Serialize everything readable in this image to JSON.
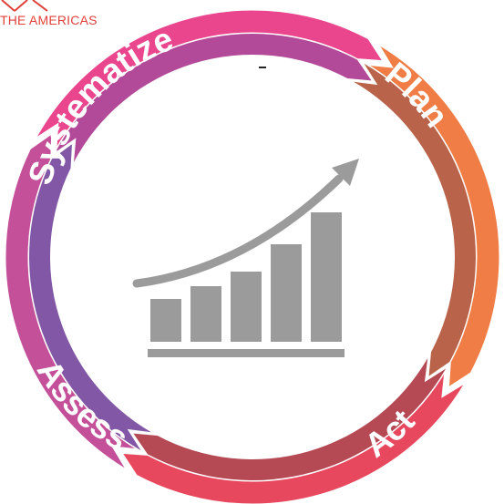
{
  "header": {
    "org_text": "THE AMERICAS"
  },
  "cycle": {
    "stages": [
      {
        "label": "Plan",
        "outer": "#ef7d45",
        "inner": "#b9644a"
      },
      {
        "label": "Act",
        "outer": "#e8485e",
        "inner": "#b54a55"
      },
      {
        "label": "Assess",
        "outer": "#c4509a",
        "inner": "#8258a6"
      },
      {
        "label": "Systematize",
        "outer": "#e9468e",
        "inner": "#b34a99"
      }
    ],
    "label_color": "#ffffff"
  },
  "center_icon": {
    "name": "growth-chart-icon",
    "color": "#9b9b9b"
  }
}
